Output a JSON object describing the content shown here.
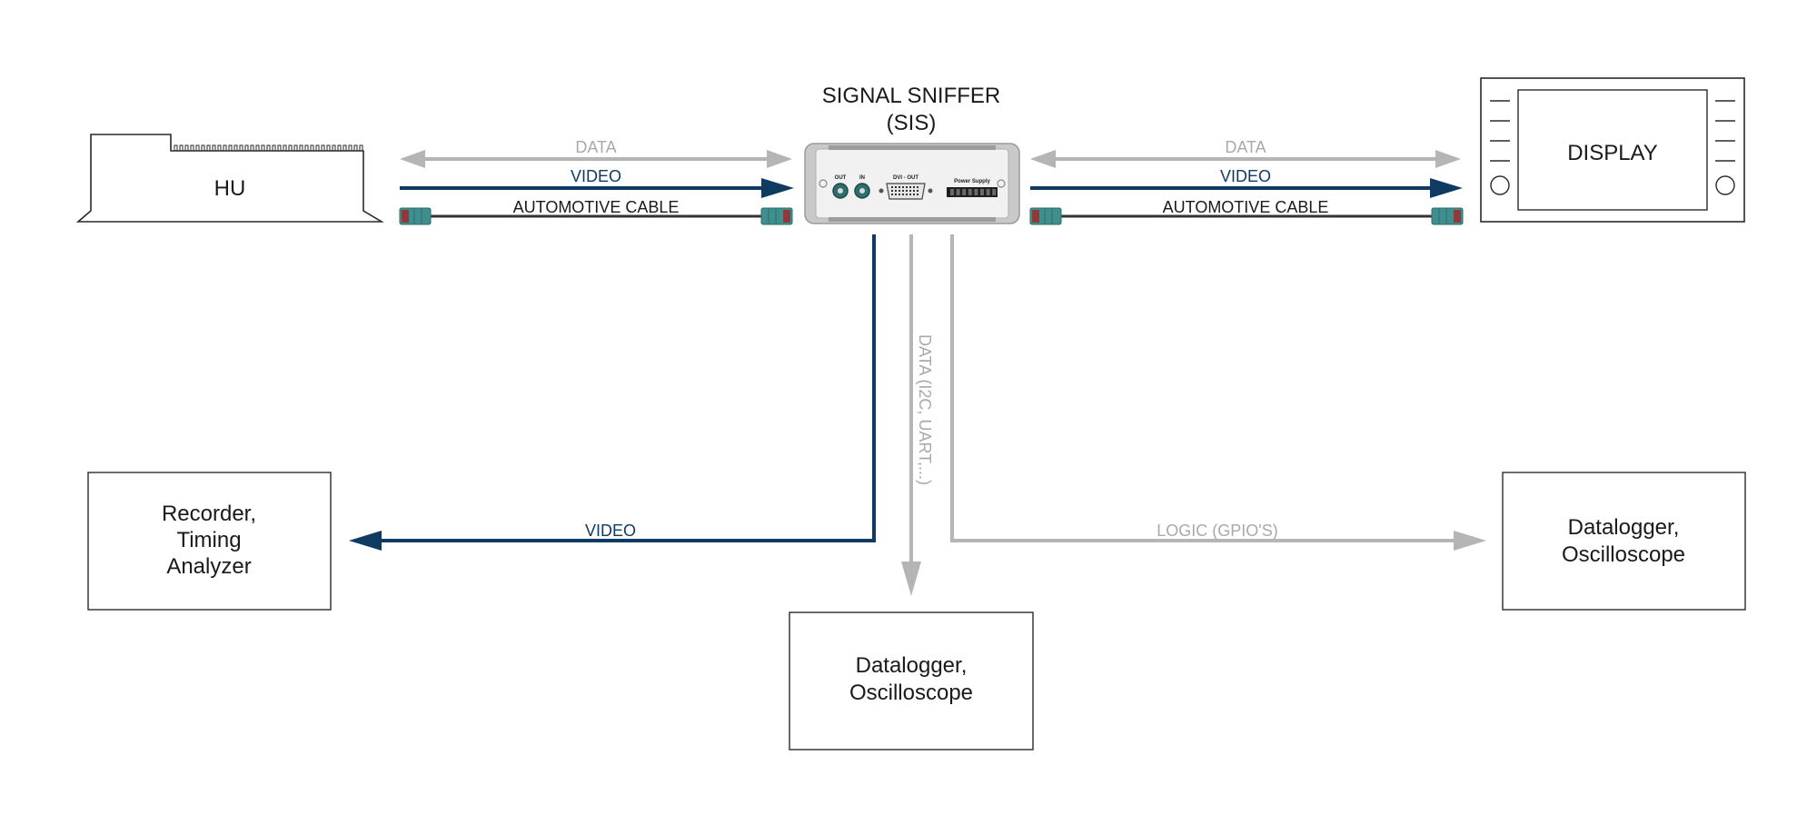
{
  "colors": {
    "video": "#0f3b63",
    "data": "#b5b5b5",
    "cable": "#333333",
    "connector": "#3f8f8f",
    "text_dark": "#1a1a1a",
    "text_gray": "#a9a9a9"
  },
  "labels": {
    "sniffer_title_line1": "SIGNAL SNIFFER",
    "sniffer_title_line2": "(SIS)",
    "hu": "HU",
    "display": "DISPLAY",
    "data_left": "DATA",
    "video_left": "VIDEO",
    "cable_left": "AUTOMOTIVE CABLE",
    "data_right": "DATA",
    "video_right": "VIDEO",
    "cable_right": "AUTOMOTIVE CABLE",
    "video_bottom": "VIDEO",
    "data_vertical": "DATA (I2C, UART,...)",
    "logic": "LOGIC (GPIO'S)",
    "recorder_line1": "Recorder,",
    "recorder_line2": "Timing",
    "recorder_line3": "Analyzer",
    "datalogger_center_line1": "Datalogger,",
    "datalogger_center_line2": "Oscilloscope",
    "datalogger_right_line1": "Datalogger,",
    "datalogger_right_line2": "Oscilloscope"
  },
  "device_panel": {
    "port_out": "OUT",
    "port_in": "IN",
    "dvi_out": "DVI - OUT",
    "power_supply": "Power Supply"
  },
  "icons": {
    "sniffer_device": "signal-sniffer-device",
    "head_unit": "head-unit-device",
    "display_device": "display-device",
    "connector": "fakra-connector"
  }
}
